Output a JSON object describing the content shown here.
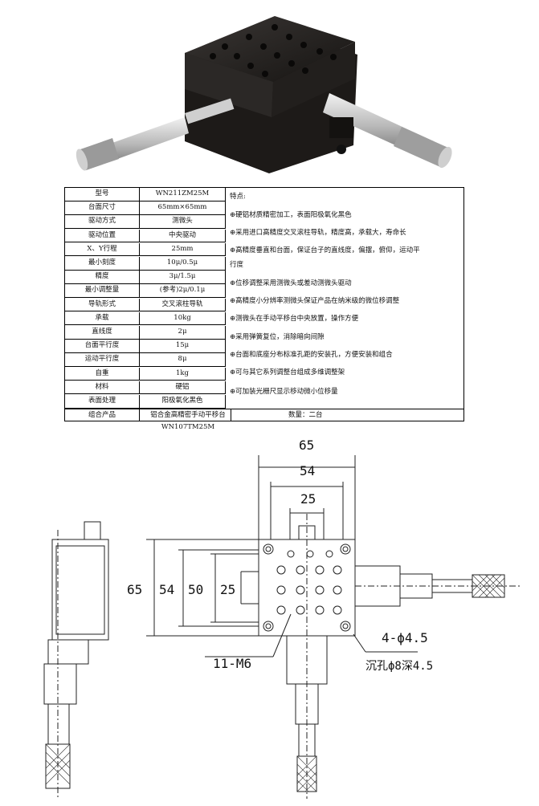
{
  "specs": [
    {
      "label": "型号",
      "value": "WN211ZM25M"
    },
    {
      "label": "台面尺寸",
      "value": "65mm×65mm"
    },
    {
      "label": "驱动方式",
      "value": "测微头"
    },
    {
      "label": "驱动位置",
      "value": "中央驱动"
    },
    {
      "label": "X、Y行程",
      "value": "25mm"
    },
    {
      "label": "最小刻度",
      "value": "10μ/0.5μ"
    },
    {
      "label": "精度",
      "value": "3μ/1.5μ"
    },
    {
      "label": "最小调整量",
      "value": "(参考)2μ/0.1μ"
    },
    {
      "label": "导轨形式",
      "value": "交叉滚柱导轨"
    },
    {
      "label": "承载",
      "value": "10kg"
    },
    {
      "label": "直线度",
      "value": "2μ"
    },
    {
      "label": "台面平行度",
      "value": "15μ"
    },
    {
      "label": "运动平行度",
      "value": "8μ"
    },
    {
      "label": "自重",
      "value": "1kg"
    },
    {
      "label": "材料",
      "value": "硬铝"
    },
    {
      "label": "表面处理",
      "value": "阳极氧化黑色"
    }
  ],
  "features_title": "特点:",
  "features": [
    "⊕硬铝材质精密加工，表面阳极氧化黑色",
    "⊕采用进口高精度交叉滚柱导轨，精度高，承载大，寿命长",
    "⊕高精度垂直和台面，保证台子的直线度，偏摆，俯仰，运动平",
    "行度",
    "⊕位移调整采用测微头或差动测微头驱动",
    "⊕高精度小分辨率测微头保证产品在纳米级的微位移调整",
    "⊕测微头在手动平移台中央放置，操作方便",
    "⊕采用弹簧复位，消除暗向间隙",
    "⊕台面和底座分布标准孔距的安装孔，方便安装和组合",
    "⊕可与其它系列调整台组成多维调整架",
    "⊕可加装光栅尺显示移动微小位移量"
  ],
  "combo": {
    "label": "组合产品",
    "value": "铝合金高精密手动平移台WN107TM25M",
    "qty": "数量：二台"
  },
  "drawing": {
    "dim_65_top": "65",
    "dim_54_top": "54",
    "dim_25_top": "25",
    "dim_65_left": "65",
    "dim_54_left": "54",
    "dim_50_left": "50",
    "dim_25_left": "25",
    "note_m6": "11-M6",
    "note_holes": "4-ϕ4.5",
    "note_counterbore": "沉孔ϕ8深4.5"
  }
}
